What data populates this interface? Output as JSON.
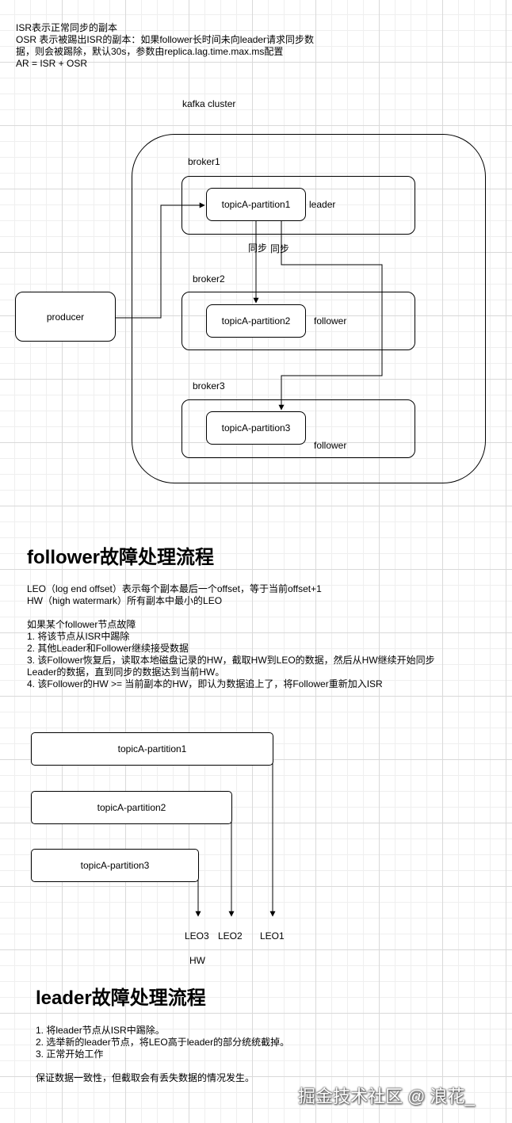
{
  "notes": {
    "line1": "ISR表示正常同步的副本",
    "line2": "OSR 表示被踢出ISR的副本：如果follower长时间未向leader请求同步数",
    "line3": "据，则会被踢除，默认30s，参数由replica.lag.time.max.ms配置",
    "line4": "AR = ISR + OSR"
  },
  "cluster": {
    "label": "kafka cluster",
    "producer": "producer",
    "brokers": [
      {
        "name": "broker1",
        "partition": "topicA-partition1",
        "role": "leader"
      },
      {
        "name": "broker2",
        "partition": "topicA-partition2",
        "role": "follower"
      },
      {
        "name": "broker3",
        "partition": "topicA-partition3",
        "role": "follower"
      }
    ],
    "sync1": "同步",
    "sync2": "同步"
  },
  "follower_section": {
    "title": "follower故障处理流程",
    "leo_def": "LEO（log end offset）表示每个副本最后一个offset，等于当前offset+1",
    "hw_def": "HW（high watermark）所有副本中最小的LEO",
    "intro": "如果某个follower节点故障",
    "step1": "1. 将该节点从ISR中踢除",
    "step2": "2. 其他Leader和Follower继续接受数据",
    "step3a": "3. 该Follower恢复后，读取本地磁盘记录的HW，截取HW到LEO的数据，然后从HW继续开始同步",
    "step3b": "Leader的数据，直到同步的数据达到当前HW。",
    "step4": "4. 该Follower的HW >= 当前副本的HW，即认为数据追上了，将Follower重新加入ISR"
  },
  "leo_diagram": {
    "partitions": [
      "topicA-partition1",
      "topicA-partition2",
      "topicA-partition3"
    ],
    "leo_labels": [
      "LEO3",
      "LEO2",
      "LEO1"
    ],
    "hw_label": "HW"
  },
  "leader_section": {
    "title": "leader故障处理流程",
    "step1": "1. 将leader节点从ISR中踢除。",
    "step2": "2. 选举新的leader节点，将LEO高于leader的部分统统截掉。",
    "step3": "3. 正常开始工作",
    "note": "保证数据一致性，但截取会有丢失数据的情况发生。"
  },
  "watermark": "掘金技术社区 @ 浪花_"
}
